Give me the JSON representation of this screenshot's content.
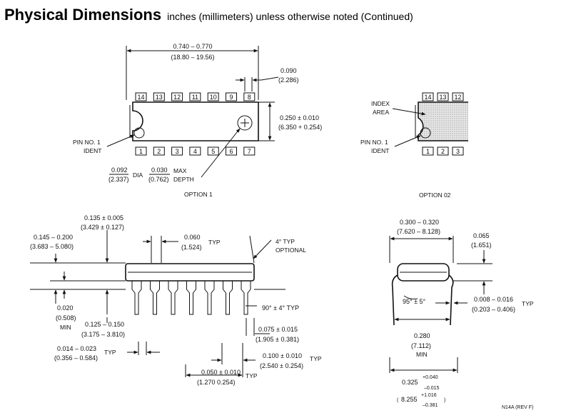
{
  "header": {
    "title": "Physical Dimensions",
    "subtitle": "inches (millimeters) unless otherwise noted (Continued)"
  },
  "top_view": {
    "length_in": "0.740 – 0.770",
    "length_mm": "(18.80 – 19.56)",
    "tab_in": "0.090",
    "tab_mm": "(2.286)",
    "width_in": "0.250 ± 0.010",
    "width_mm": "(6.350 + 0.254)",
    "pin1_line1": "PIN NO. 1",
    "pin1_line2": "IDENT",
    "dia_in": "0.092",
    "dia_mm": "(2.337)",
    "dia_label": "DIA",
    "depth_in": "0.030",
    "depth_mm": "(0.762)",
    "max_label": "MAX",
    "depth_label": "DEPTH",
    "option_label": "OPTION 1",
    "top_pins": [
      "14",
      "13",
      "12",
      "11",
      "10",
      "9",
      "8"
    ],
    "bottom_pins": [
      "1",
      "2",
      "3",
      "4",
      "5",
      "6",
      "7"
    ]
  },
  "option2": {
    "index_line1": "INDEX",
    "index_line2": "AREA",
    "pin1_line1": "PIN NO. 1",
    "pin1_line2": "IDENT",
    "option_label": "OPTION 02",
    "top_pins": [
      "14",
      "13",
      "12"
    ],
    "bottom_pins": [
      "1",
      "2",
      "3"
    ]
  },
  "side_view": {
    "d1_in": "0.135 ± 0.005",
    "d1_mm": "(3.429 ± 0.127)",
    "d2_in": "0.145 – 0.200",
    "d2_mm": "(3.683 – 5.080)",
    "d3_in": "0.060",
    "d3_mm": "(1.524)",
    "typ": "TYP",
    "taper_line1": "4° TYP",
    "taper_line2": "OPTIONAL",
    "d4_in": "0.020",
    "d4_mm": "(0.508)",
    "min": "MIN",
    "d5_in": "0.125 – 0.150",
    "d5_mm": "(3.175 – 3.810)",
    "angle": "90° ± 4° TYP",
    "d6_in": "0.075 ± 0.015",
    "d6_mm": "(1.905 ± 0.381)",
    "d7_in": "0.014 – 0.023",
    "d7_mm": "(0.356 – 0.584)",
    "d8_in": "0.100 ± 0.010",
    "d8_mm": "(2.540 ± 0.254)",
    "d9_in": "0.050 ± 0.010",
    "d9_mm": "(1.270   0.254)"
  },
  "end_view": {
    "w1_in": "0.300 – 0.320",
    "w1_mm": "(7.620 – 8.128)",
    "w2_in": "0.065",
    "w2_mm": "(1.651)",
    "angle": "95° ± 5°",
    "t_in": "0.008 – 0.016",
    "t_mm": "(0.203 – 0.406)",
    "typ": "TYP",
    "w3_in": "0.280",
    "w3_mm": "(7.112)",
    "min": "MIN",
    "w4_in": "0.325",
    "w4_tol_plus": "+0.040",
    "w4_tol_minus": "–0.015",
    "w4_mm": "8.255",
    "w4_mm_plus": "+1.016",
    "w4_mm_minus": "–0.381"
  },
  "footer": {
    "drawing_id": "N14A (REV F)"
  }
}
